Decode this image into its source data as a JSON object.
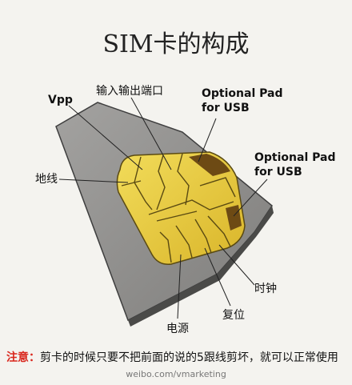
{
  "title": "SIM卡的构成",
  "labels": {
    "vpp": "Vpp",
    "io_port": "输入输出端口",
    "optional_pad_1_line1": "Optional Pad",
    "optional_pad_1_line2": "for USB",
    "optional_pad_2_line1": "Optional Pad",
    "optional_pad_2_line2": "for USB",
    "ground": "地线",
    "clock": "时钟",
    "reset": "复位",
    "power": "电源"
  },
  "note": {
    "label": "注意：",
    "text": "剪卡的时候只要不把前面的说的5跟线剪坏，就可以正常使用"
  },
  "watermark": {
    "url": "weibo.com/vmarketing"
  },
  "colors": {
    "card": "#8c8b89",
    "chip_fill": "#e8c83a",
    "chip_line": "#5a4a12",
    "note_label": "#d9261c"
  }
}
